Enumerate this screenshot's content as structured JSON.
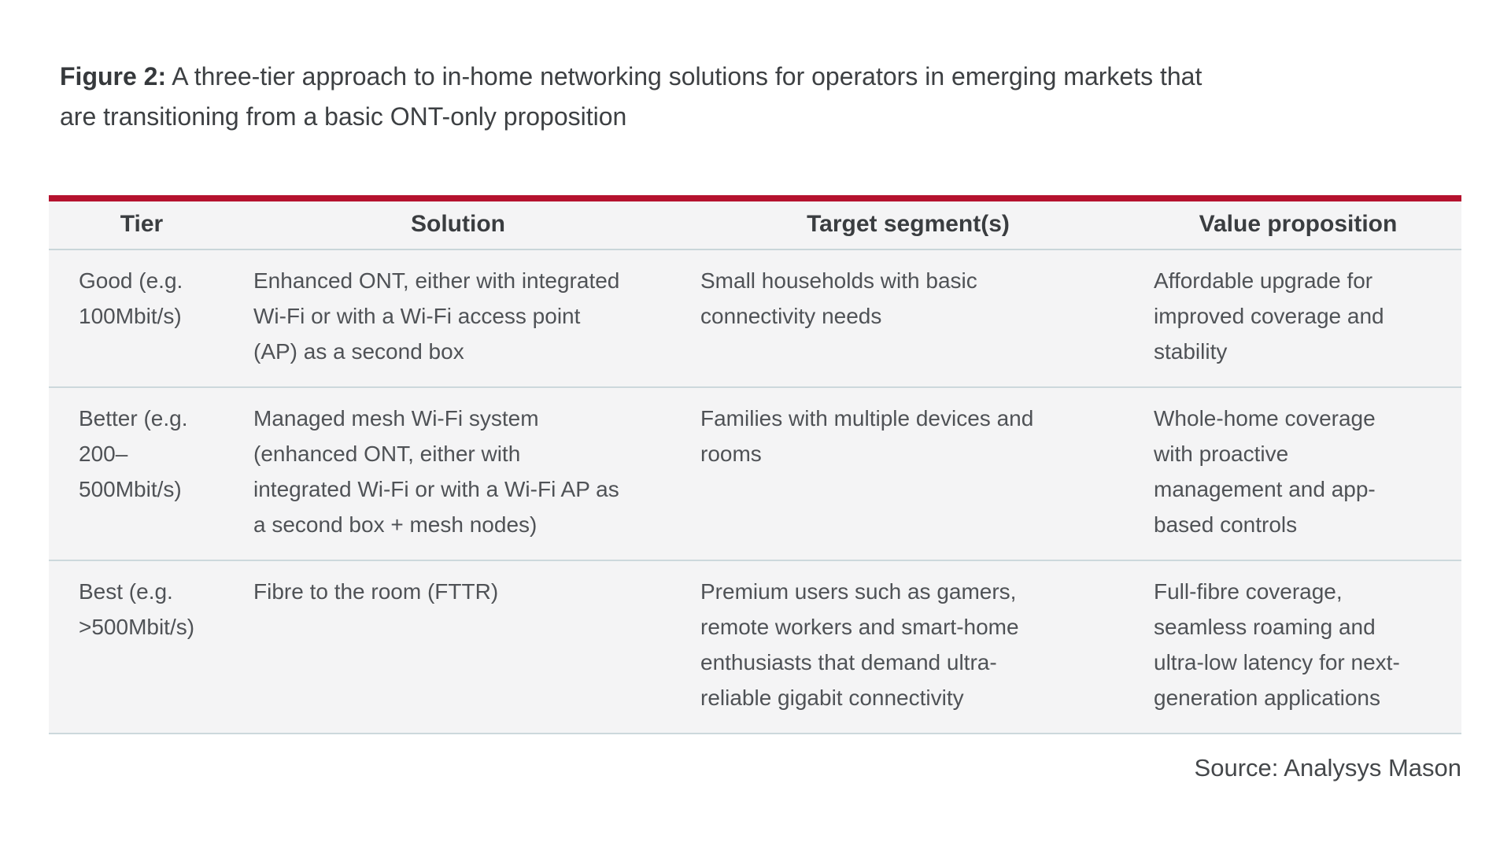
{
  "figure": {
    "label": "Figure 2:",
    "title": " A three-tier approach to in-home networking solutions for operators in emerging markets that\nare transitioning from a basic ONT-only proposition"
  },
  "table": {
    "columns": [
      "Tier",
      "Solution",
      "Target segment(s)",
      "Value proposition"
    ],
    "rows": [
      {
        "tier": "Good (e.g.\n100Mbit/s)",
        "solution": "Enhanced ONT, either with integrated\nWi-Fi or with a Wi-Fi access point\n(AP) as a second box",
        "target": "Small households with basic\nconnectivity needs",
        "value": "Affordable upgrade for\nimproved coverage and\nstability"
      },
      {
        "tier": "Better (e.g.\n200–\n500Mbit/s)",
        "solution": "Managed mesh Wi-Fi system\n(enhanced ONT, either with\nintegrated Wi-Fi or with a Wi-Fi AP as\na second box + mesh nodes)",
        "target": "Families with multiple devices and\nrooms",
        "value": "Whole-home coverage\nwith proactive\nmanagement and app-\nbased controls"
      },
      {
        "tier": "Best (e.g.\n>500Mbit/s)",
        "solution": "Fibre to the room (FTTR)",
        "target": "Premium users such as gamers,\nremote workers and smart-home\nenthusiasts that demand ultra-\nreliable gigabit connectivity",
        "value": "Full-fibre coverage,\nseamless roaming and\nultra-low latency for next-\ngeneration applications"
      }
    ]
  },
  "source": "Source: Analysys Mason",
  "colors": {
    "accent_red": "#b5122e",
    "row_background": "#f4f4f5",
    "separator": "#ccd8dc",
    "body_text": "#4f5256",
    "heading_text": "#3a3d40"
  }
}
